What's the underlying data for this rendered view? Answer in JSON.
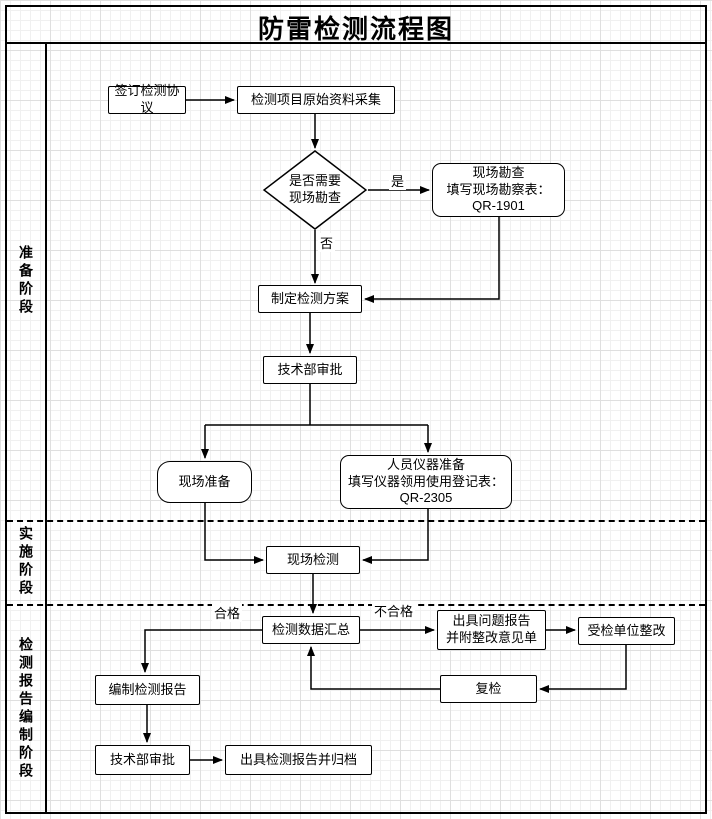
{
  "title": "防雷检测流程图",
  "phases": [
    {
      "label": "准备阶段"
    },
    {
      "label": "实施阶段"
    },
    {
      "label": "检测报告编制阶段"
    }
  ],
  "nodes": {
    "sign_agreement": {
      "label": "签订检测协议"
    },
    "collect_data": {
      "label": "检测项目原始资料采集"
    },
    "need_survey": {
      "label": "是否需要\n现场勘查"
    },
    "site_survey": {
      "label": "现场勘查\n填写现场勘察表：\nQR-1901"
    },
    "make_plan": {
      "label": "制定检测方案"
    },
    "tech_approval_1": {
      "label": "技术部审批"
    },
    "site_prep": {
      "label": "现场准备"
    },
    "personnel_prep": {
      "label": "人员仪器准备\n填写仪器领用使用登记表：\nQR-2305"
    },
    "site_testing": {
      "label": "现场检测"
    },
    "data_summary": {
      "label": "检测数据汇总"
    },
    "problem_report": {
      "label": "出具问题报告\n并附整改意见单"
    },
    "unit_rectify": {
      "label": "受检单位整改"
    },
    "recheck": {
      "label": "复检"
    },
    "write_report": {
      "label": "编制检测报告"
    },
    "tech_approval_2": {
      "label": "技术部审批"
    },
    "issue_report": {
      "label": "出具检测报告并归档"
    }
  },
  "edge_labels": {
    "yes": "是",
    "no": "否",
    "qualified": "合格",
    "unqualified": "不合格"
  },
  "colors": {
    "stroke": "#000000",
    "node_fill": "#ffffff",
    "grid": "#e8e8e8"
  }
}
